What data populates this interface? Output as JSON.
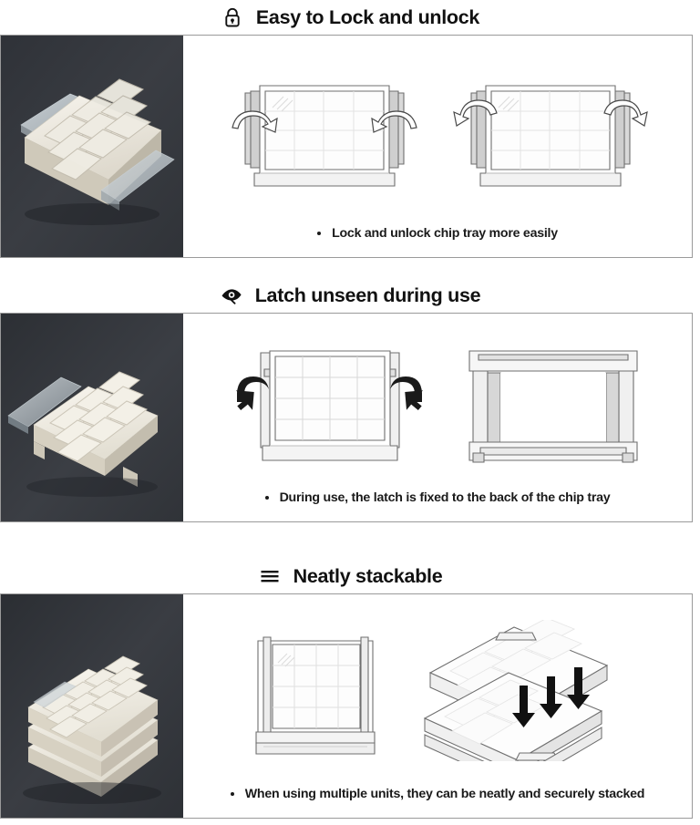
{
  "document": {
    "type": "product-feature-infographic",
    "background_color": "#ffffff",
    "photo_background_color": "#34373c",
    "panel_border_color": "#9a9a9a",
    "text_color": "#111111",
    "arrow_color": "#111111"
  },
  "sections": [
    {
      "id": "easy-to-lock",
      "icon": "padlock-icon",
      "heading": "Easy to Lock and unlock",
      "bullet": "Lock and unlock chip tray more easily",
      "photo_alt": "White chip tray with clear lid partially slid open on dark background",
      "figures": [
        {
          "name": "tray-front-view-latched",
          "caption_hint": "latches rotating inward to lock",
          "grid_cols": 4,
          "grid_rows": 4,
          "arrow_direction": "inward"
        },
        {
          "name": "tray-front-view-unlatched",
          "caption_hint": "latches rotating outward to unlock",
          "grid_cols": 4,
          "grid_rows": 4,
          "arrow_direction": "outward"
        }
      ]
    },
    {
      "id": "latch-unseen",
      "icon": "eye-icon",
      "heading": "Latch unseen during use",
      "bullet": "During use, the latch is fixed to the back of the chip tray",
      "photo_alt": "Chip tray with transparent lid removed, resting on dark surface",
      "figures": [
        {
          "name": "tray-front-view-latch-folding",
          "caption_hint": "bold arrows showing latch folding to the rear",
          "grid_cols": 4,
          "grid_rows": 4,
          "arrow_direction": "inward-bold"
        },
        {
          "name": "tray-rear-view-latch-hidden",
          "caption_hint": "rear view showing latch fixed behind the tray",
          "grid_cols": 0,
          "grid_rows": 0,
          "arrow_direction": "none"
        }
      ]
    },
    {
      "id": "neatly-stackable",
      "icon": "stack-lines-icon",
      "heading": "Neatly stackable",
      "bullet": "When using multiple units, they can be neatly and securely stacked",
      "photo_alt": "Three chip trays neatly stacked on dark background",
      "figures": [
        {
          "name": "tray-front-view-stacked-pair",
          "caption_hint": "front view of two trays stacked",
          "grid_cols": 4,
          "grid_rows": 4,
          "arrow_direction": "none"
        },
        {
          "name": "tray-isometric-exploded-stack",
          "caption_hint": "isometric exploded view with three downward arrows",
          "grid_cols": 3,
          "grid_rows": 3,
          "arrow_direction": "down",
          "arrow_count": 3
        }
      ]
    }
  ]
}
